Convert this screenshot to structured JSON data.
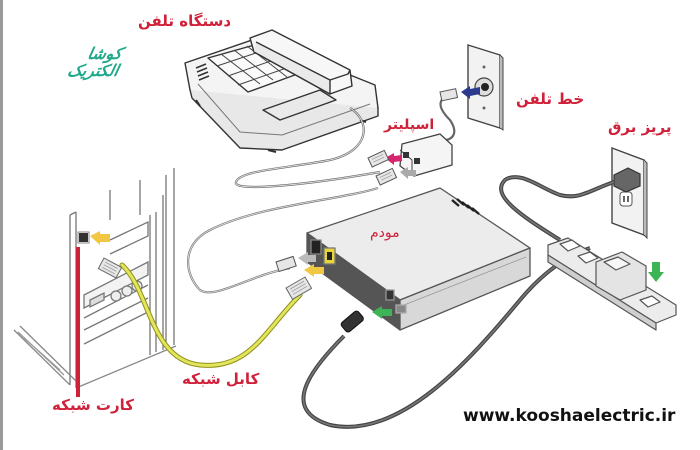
{
  "diagram": {
    "title": "Modem connection diagram",
    "labels": {
      "phone_set": "دستگاه تلفن",
      "phone_line": "خط تلفن",
      "splitter": "اسپلیتر",
      "power_outlet": "پریز برق",
      "modem": "مودم",
      "network_cable": "کابل شبکه",
      "network_card": "کارت شبکه"
    },
    "logo": {
      "line1": "کوشا",
      "line2": "الکتریک"
    },
    "website": "www.kooshaelectric.ir",
    "colors": {
      "label_red": "#d0213a",
      "logo_green": "#1fa98a",
      "network_cable_yellow": "#d9dc3c",
      "arrow_blue": "#2b3a8f",
      "arrow_magenta": "#d6246e",
      "arrow_green": "#3db556",
      "arrow_yellow": "#f2c744",
      "line_gray": "#666666"
    },
    "components": [
      {
        "id": "telephone",
        "label_key": "phone_set"
      },
      {
        "id": "wall-phone-jack",
        "label_key": "phone_line"
      },
      {
        "id": "splitter",
        "label_key": "splitter"
      },
      {
        "id": "wall-power-outlet",
        "label_key": "power_outlet"
      },
      {
        "id": "power-strip"
      },
      {
        "id": "modem",
        "label_key": "modem"
      },
      {
        "id": "computer-case"
      },
      {
        "id": "ethernet-cable",
        "label_key": "network_cable"
      },
      {
        "id": "network-card-port",
        "label_key": "network_card"
      }
    ]
  }
}
